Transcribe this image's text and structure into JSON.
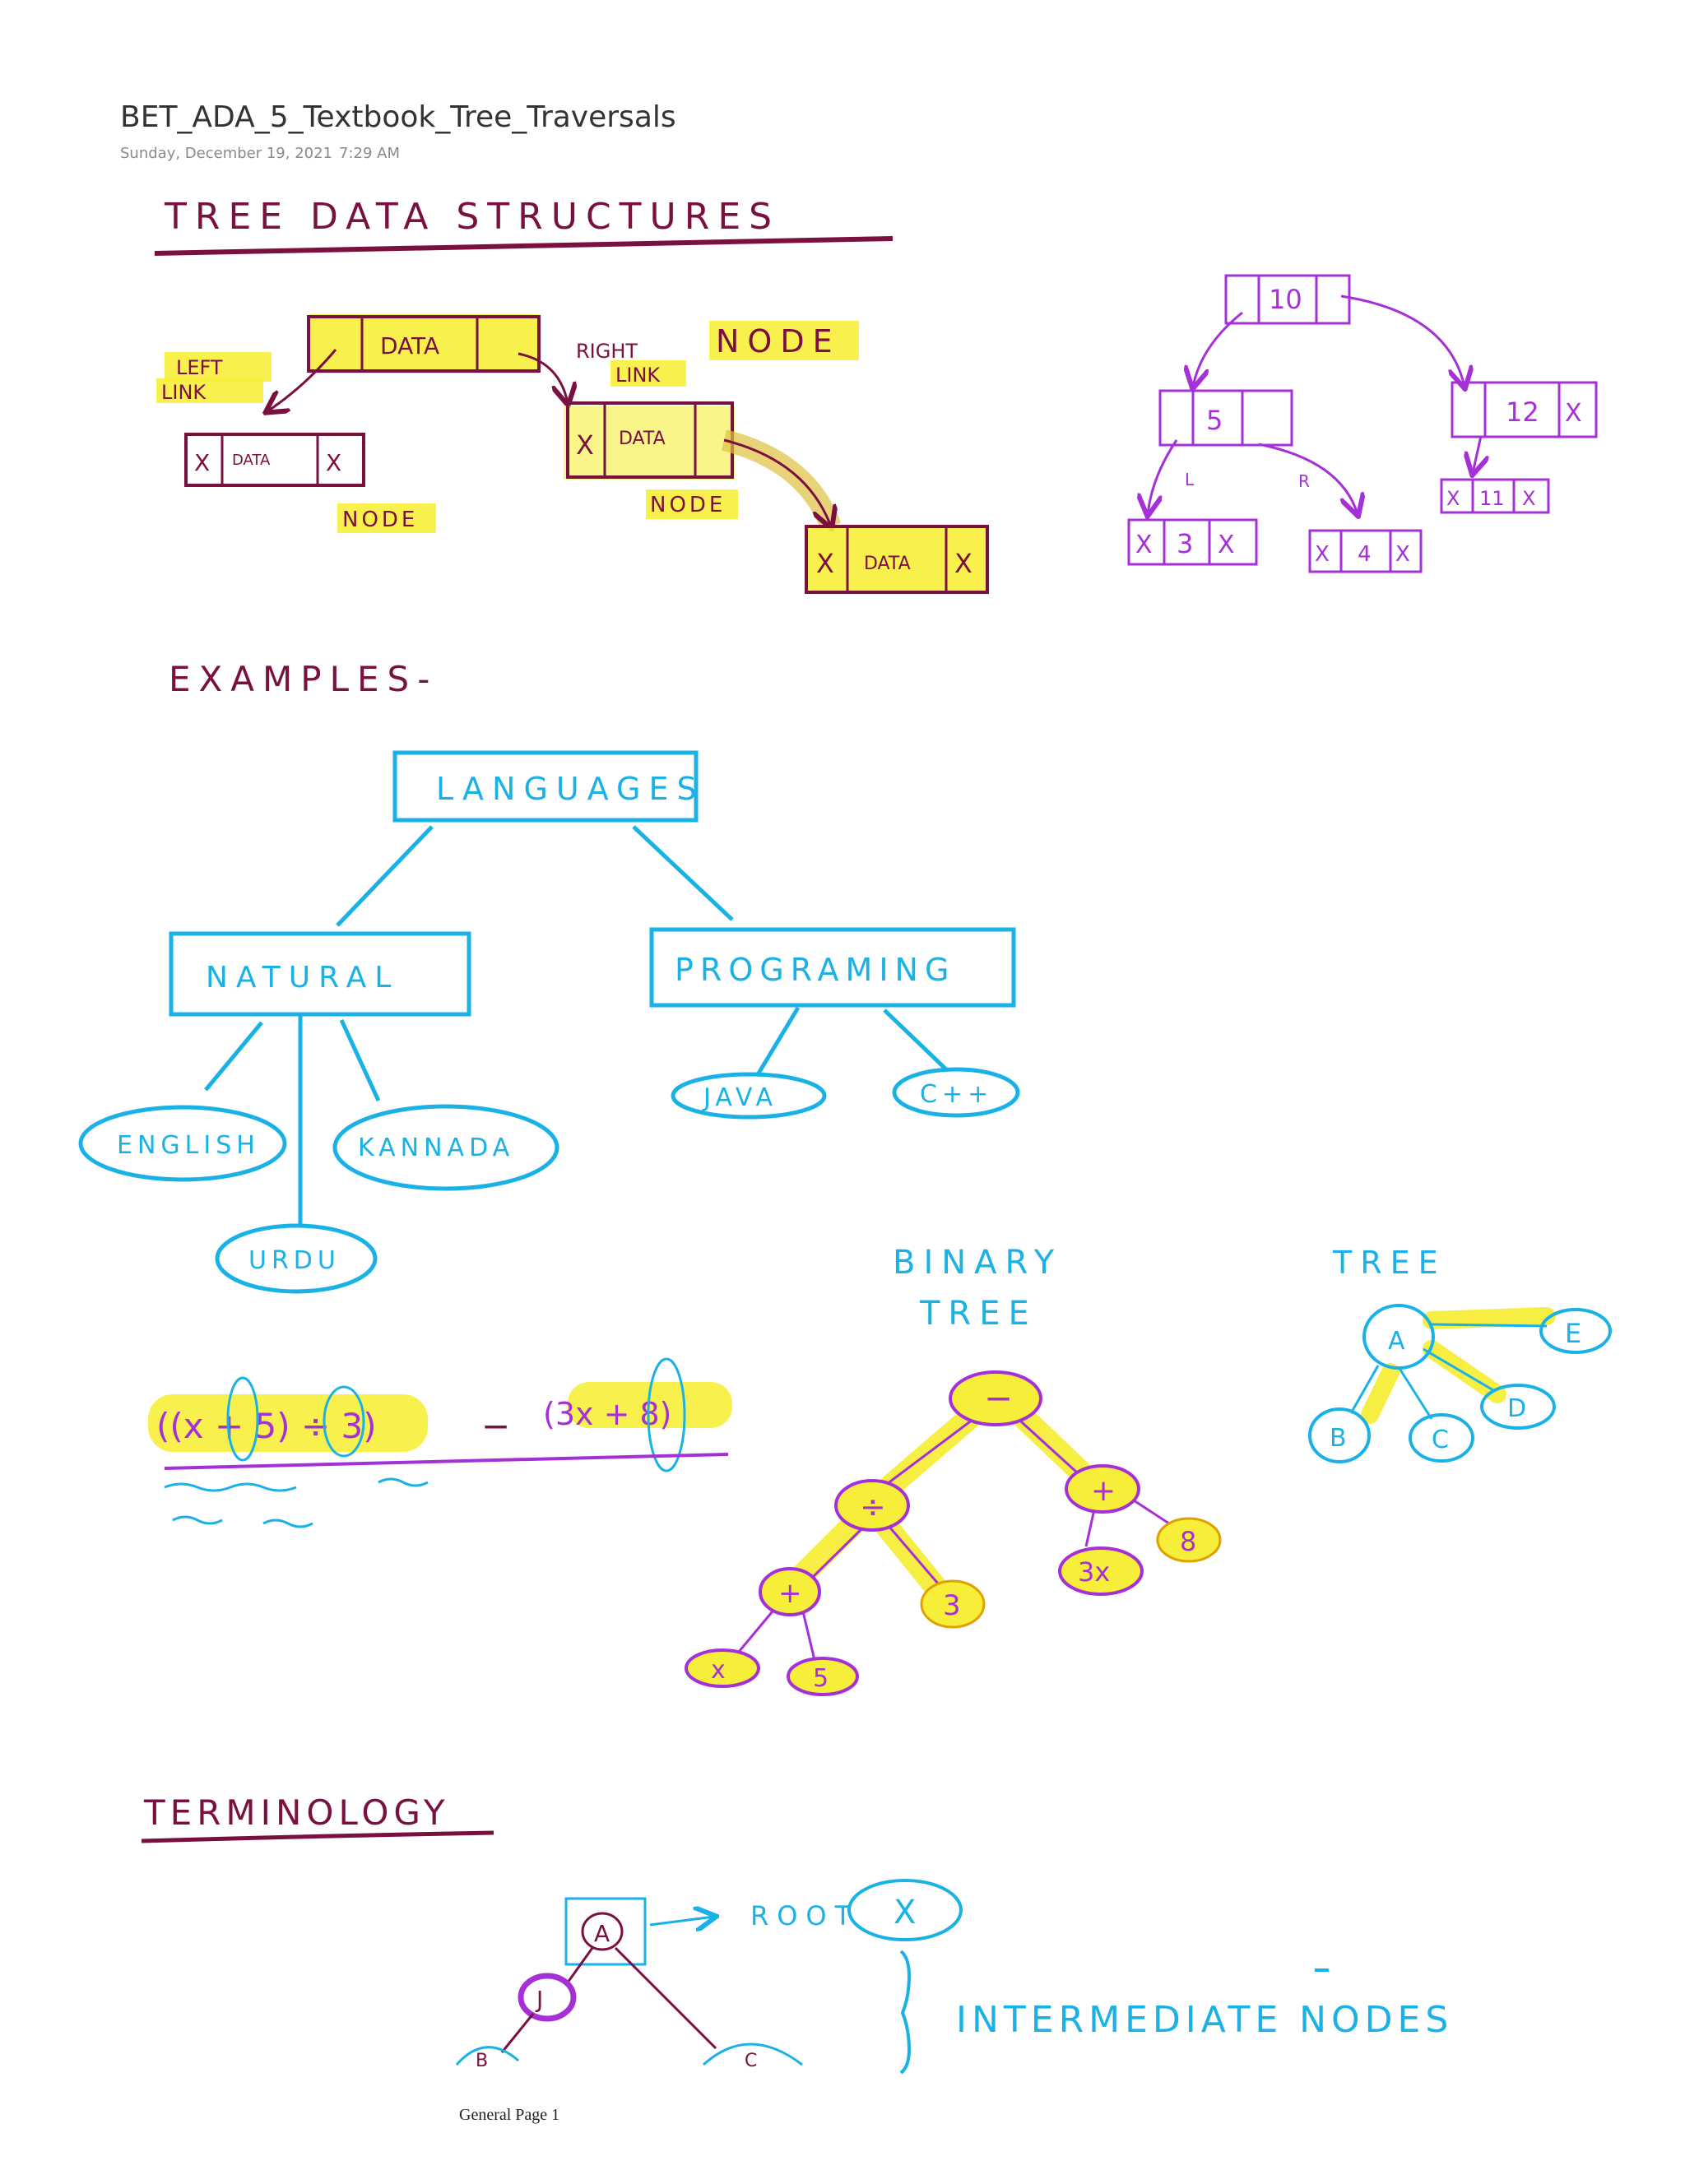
{
  "page": {
    "title": "BET_ADA_5_Textbook_Tree_Traversals",
    "date": "Sunday, December 19, 2021",
    "time": "7:29 AM",
    "footer": "General Page 1"
  },
  "colors": {
    "maroon_ink": "#7a1040",
    "purple_ink": "#a630d8",
    "cyan_ink": "#1ab2e6",
    "highlight": "#f7ee3a"
  },
  "section1": {
    "heading": "TREE DATA STRUCTURES",
    "node_word": "NODE",
    "data_label": "DATA",
    "left_link": [
      "LEFT",
      "LINK"
    ],
    "right_link": [
      "RIGHT",
      "LINK"
    ],
    "null_mark": "X",
    "node_label": "NODE"
  },
  "linked_tree": {
    "root": "10",
    "left": "5",
    "right": "12",
    "left_left": "3",
    "left_right": "4",
    "right_left": "11",
    "null_mark": "X",
    "edge_l": "L",
    "edge_r": "R"
  },
  "examples": {
    "heading": "EXAMPLES-",
    "root": "LANGUAGES",
    "natural": "NATURAL",
    "programming": "PROGRAMING",
    "english": "ENGLISH",
    "kannada": "KANNADA",
    "urdu": "URDU",
    "java": "JAVA",
    "cpp": "C++"
  },
  "expression": {
    "left": "((x + 5) ÷ 3)",
    "minus": "−",
    "right": "(3x + 8)"
  },
  "binary_tree": {
    "label_1": "BINARY",
    "label_2": "TREE",
    "root": "−",
    "div": "÷",
    "plus_right": "+",
    "plus_left": "+",
    "three": "3",
    "threex": "3x",
    "eight": "8",
    "x": "x",
    "five": "5"
  },
  "general_tree": {
    "label": "TREE",
    "a": "A",
    "b": "B",
    "c": "C",
    "d": "D",
    "e": "E"
  },
  "terminology": {
    "heading": "TERMINOLOGY",
    "root_label": "ROOT",
    "x_mark": "X",
    "intermediate": "INTERMEDIATE NODES",
    "a": "A",
    "j": "J",
    "b": "B",
    "c": "C"
  }
}
